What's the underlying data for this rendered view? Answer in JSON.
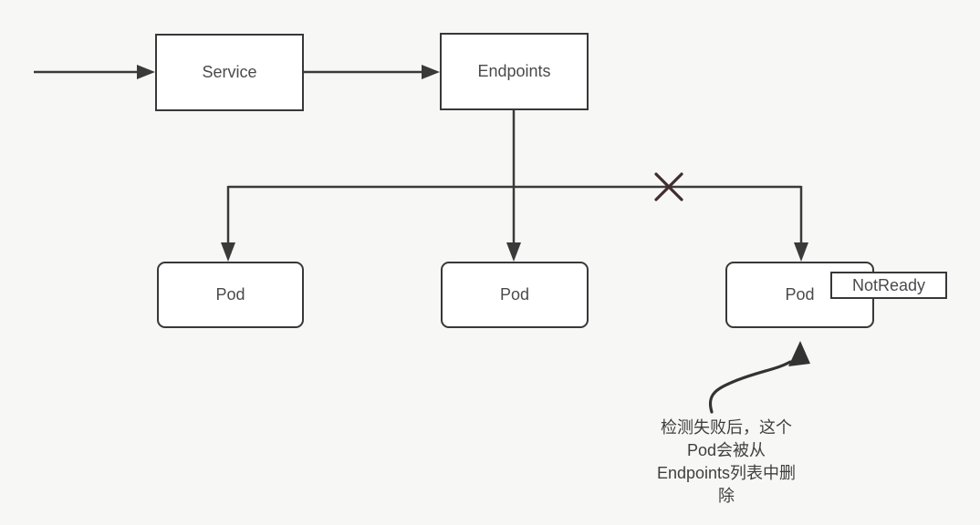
{
  "colors": {
    "background": "#f7f7f6",
    "box_fill": "#ffffff",
    "line": "#3a3a3a",
    "x_mark": "#402e2e",
    "text": "#4a4a4a"
  },
  "nodes": {
    "service": {
      "label": "Service"
    },
    "endpoints": {
      "label": "Endpoints"
    },
    "pods": [
      {
        "label": "Pod"
      },
      {
        "label": "Pod"
      },
      {
        "label": "Pod"
      }
    ],
    "notready": {
      "label": "NotReady"
    }
  },
  "icons": {
    "x_mark": "broken-connection-x",
    "arrowhead": "filled-triangle"
  },
  "annotation": {
    "full_text": "检测失败后，这个Pod会被从Endpoints列表中删除",
    "lines": [
      "检测失败后，这个",
      "Pod会被从",
      "Endpoints列表中删",
      "除"
    ]
  }
}
